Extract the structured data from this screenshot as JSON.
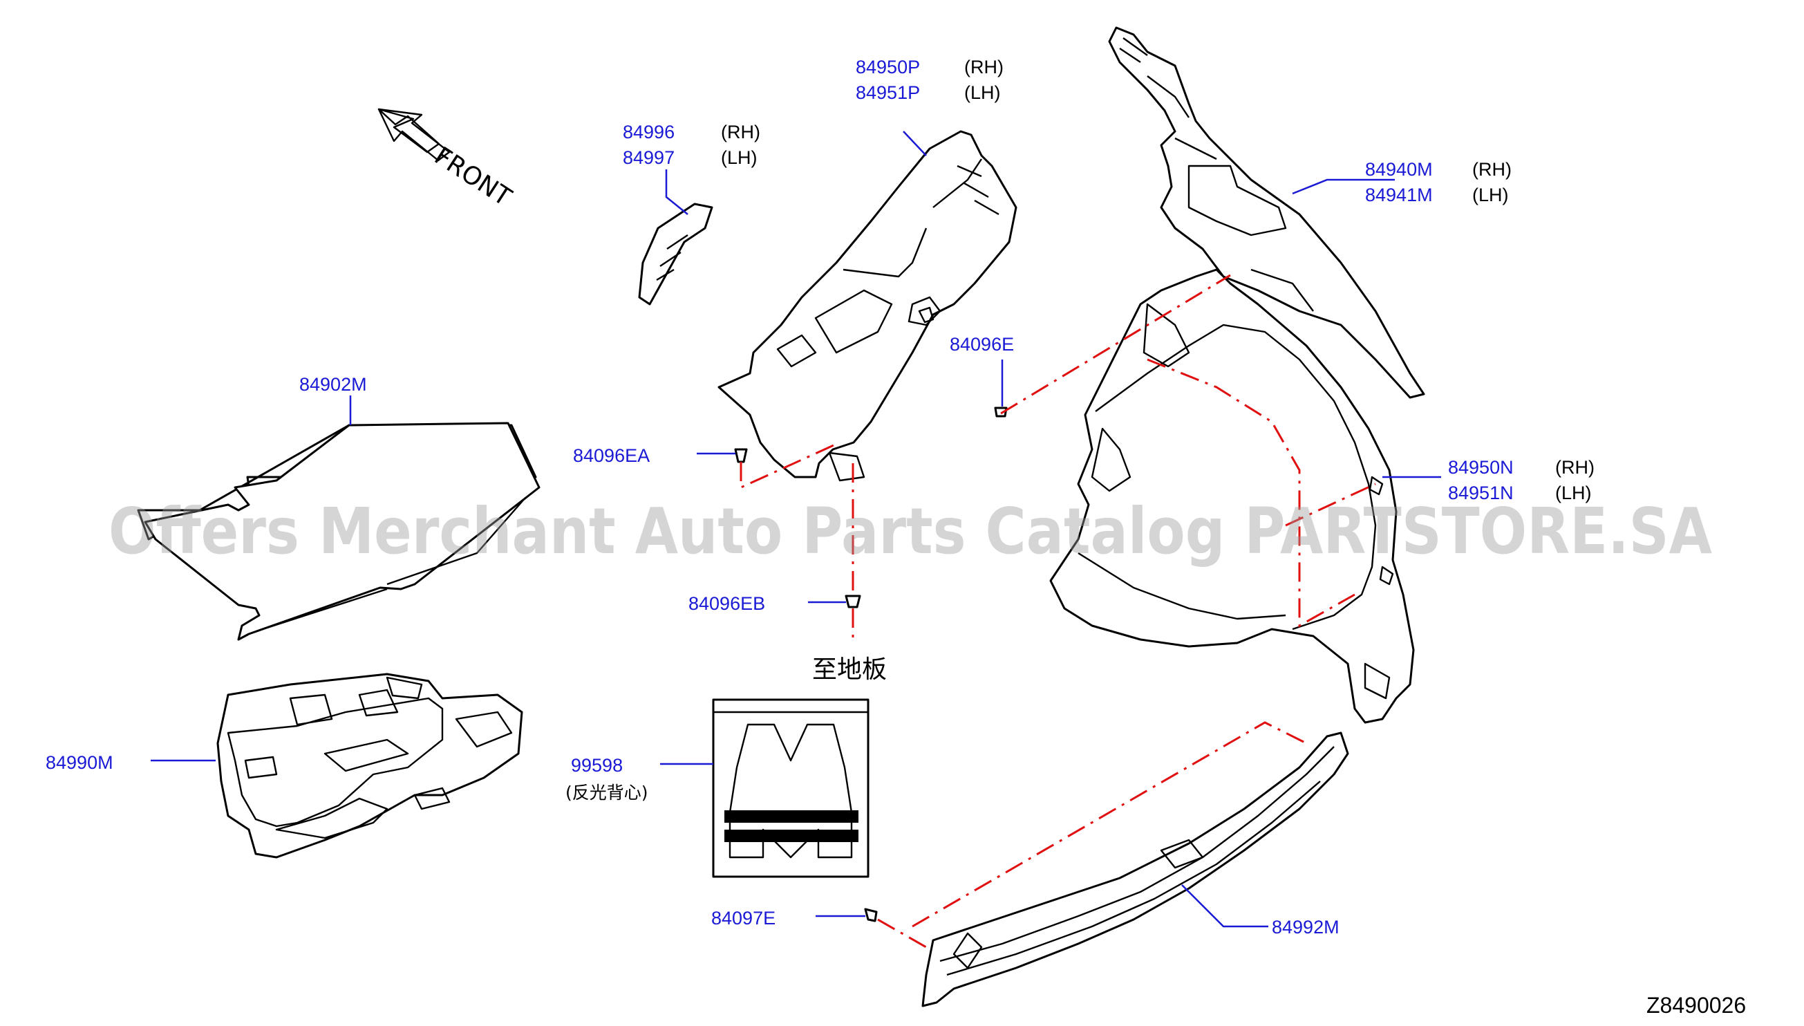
{
  "watermark": "Offers Merchant Auto Parts Catalog PARTSTORE.SA",
  "diagram_code": "Z8490026",
  "direction_label": "FRONT",
  "floor_note": "至地板",
  "vest_note": "(反光背心)",
  "colors": {
    "part_number": "#1a1ad6",
    "phantom_line": "#e01010",
    "outline": "#000000"
  },
  "parts": {
    "p84950P": {
      "number": "84950P",
      "side": "(RH)"
    },
    "p84951P": {
      "number": "84951P",
      "side": "(LH)"
    },
    "p84996": {
      "number": "84996",
      "side": "(RH)"
    },
    "p84997": {
      "number": "84997",
      "side": "(LH)"
    },
    "p84940M": {
      "number": "84940M",
      "side": "(RH)"
    },
    "p84941M": {
      "number": "84941M",
      "side": "(LH)"
    },
    "p84096E": {
      "number": "84096E"
    },
    "p84902M": {
      "number": "84902M"
    },
    "p84096EA": {
      "number": "84096EA"
    },
    "p84950N": {
      "number": "84950N",
      "side": "(RH)"
    },
    "p84951N": {
      "number": "84951N",
      "side": "(LH)"
    },
    "p84096EB": {
      "number": "84096EB"
    },
    "p84990M": {
      "number": "84990M"
    },
    "p99598": {
      "number": "99598"
    },
    "p84097E": {
      "number": "84097E"
    },
    "p84992M": {
      "number": "84992M"
    }
  }
}
